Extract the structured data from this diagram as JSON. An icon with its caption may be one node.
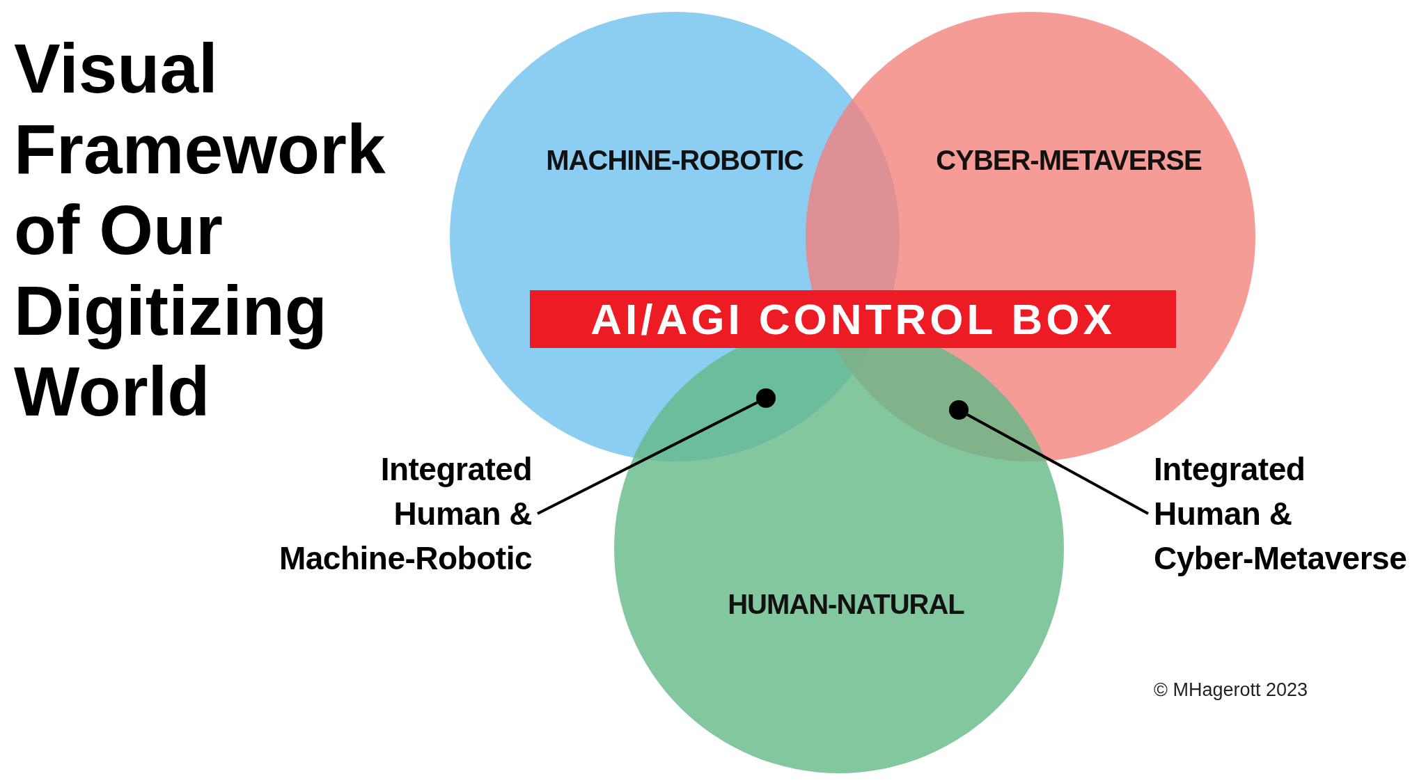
{
  "diagram": {
    "title": "Visual Framework of Our Digitizing World",
    "nodes": [
      {
        "text": [
          "MACHINE-ROBOTIC"
        ]
      },
      {
        "text": [
          "CYBER-METAVERSE"
        ]
      },
      {
        "text": [
          "HUMAN-NATURAL"
        ]
      },
      {
        "text": [
          "AI/AGI CONTROL BOX"
        ]
      },
      {
        "text": [
          "Integrated Human & Machine-Robotic"
        ]
      },
      {
        "text": [],
        "shape": "circle"
      },
      {
        "text": [
          "Integrated Human & Cyber-Metaverse"
        ]
      },
      {
        "text": [],
        "shape": "circle"
      }
    ],
    "edges": [
      {
        "from": 4,
        "to": 5,
        "arrow": "none"
      },
      {
        "from": 6,
        "to": 7,
        "arrow": "none"
      }
    ],
    "labels": [
      "© MHagerott 2023"
    ]
  }
}
